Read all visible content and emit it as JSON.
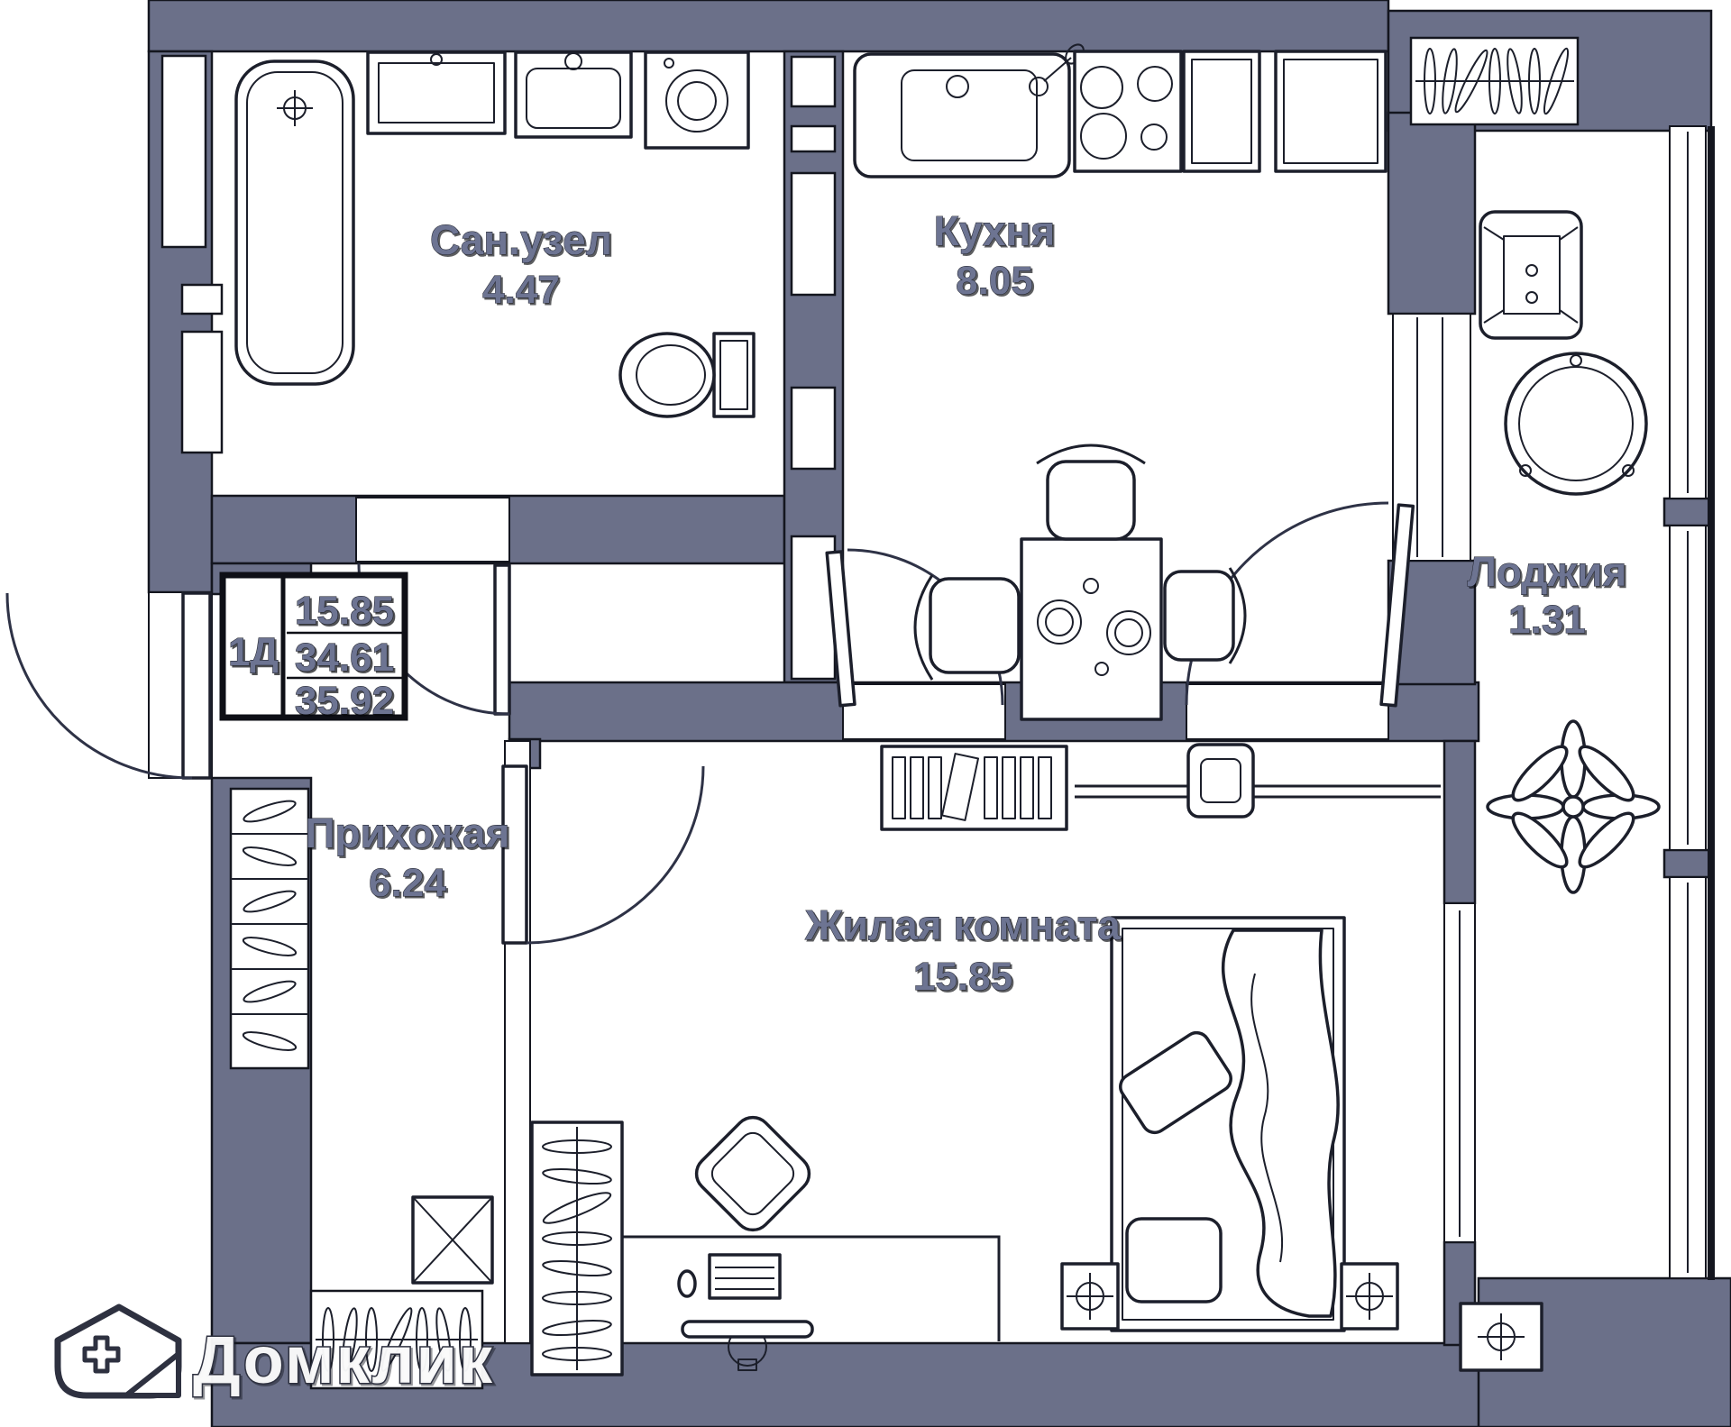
{
  "watermark": {
    "brand": "Домклик"
  },
  "stamp": {
    "unit": "1Д",
    "values": [
      "15.85",
      "34.61",
      "35.92"
    ]
  },
  "rooms": {
    "bathroom": {
      "label": "Сан.узел",
      "area": "4.47"
    },
    "kitchen": {
      "label": "Кухня",
      "area": "8.05"
    },
    "loggia": {
      "label": "Лоджия",
      "area": "1.31"
    },
    "hallway": {
      "label": "Прихожая",
      "area": "6.24"
    },
    "living": {
      "label": "Жилая комната",
      "area": "15.85"
    }
  },
  "colors": {
    "wall": "#6b7089",
    "outline": "#14161f",
    "background": "#ffffff",
    "label": "#6d7492"
  }
}
